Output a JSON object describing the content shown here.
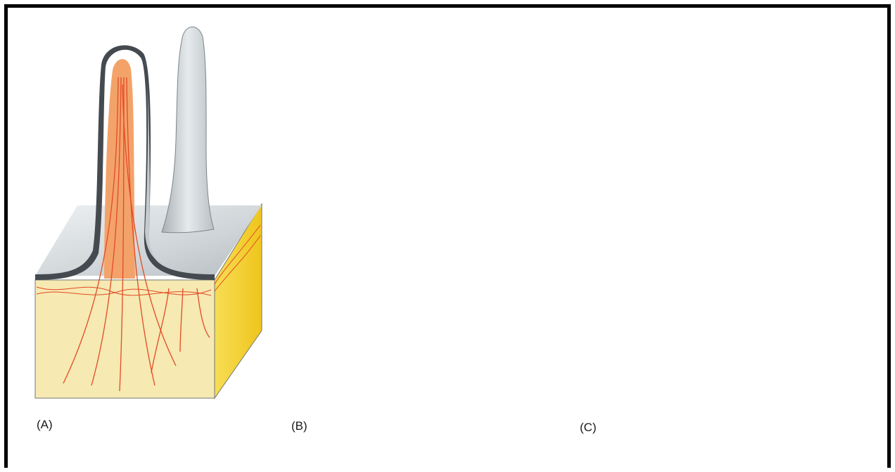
{
  "panels": [
    {
      "label": "(A)"
    },
    {
      "label": "(B)"
    },
    {
      "label": "(C)"
    }
  ],
  "colors": {
    "epithelium_outer": "#444a4f",
    "epithelium_surface": "#d5dadd",
    "mesenchyme_front": "#f6e9b2",
    "mesenchyme_side": "#f3d12a",
    "fibers": "#e34a26"
  }
}
